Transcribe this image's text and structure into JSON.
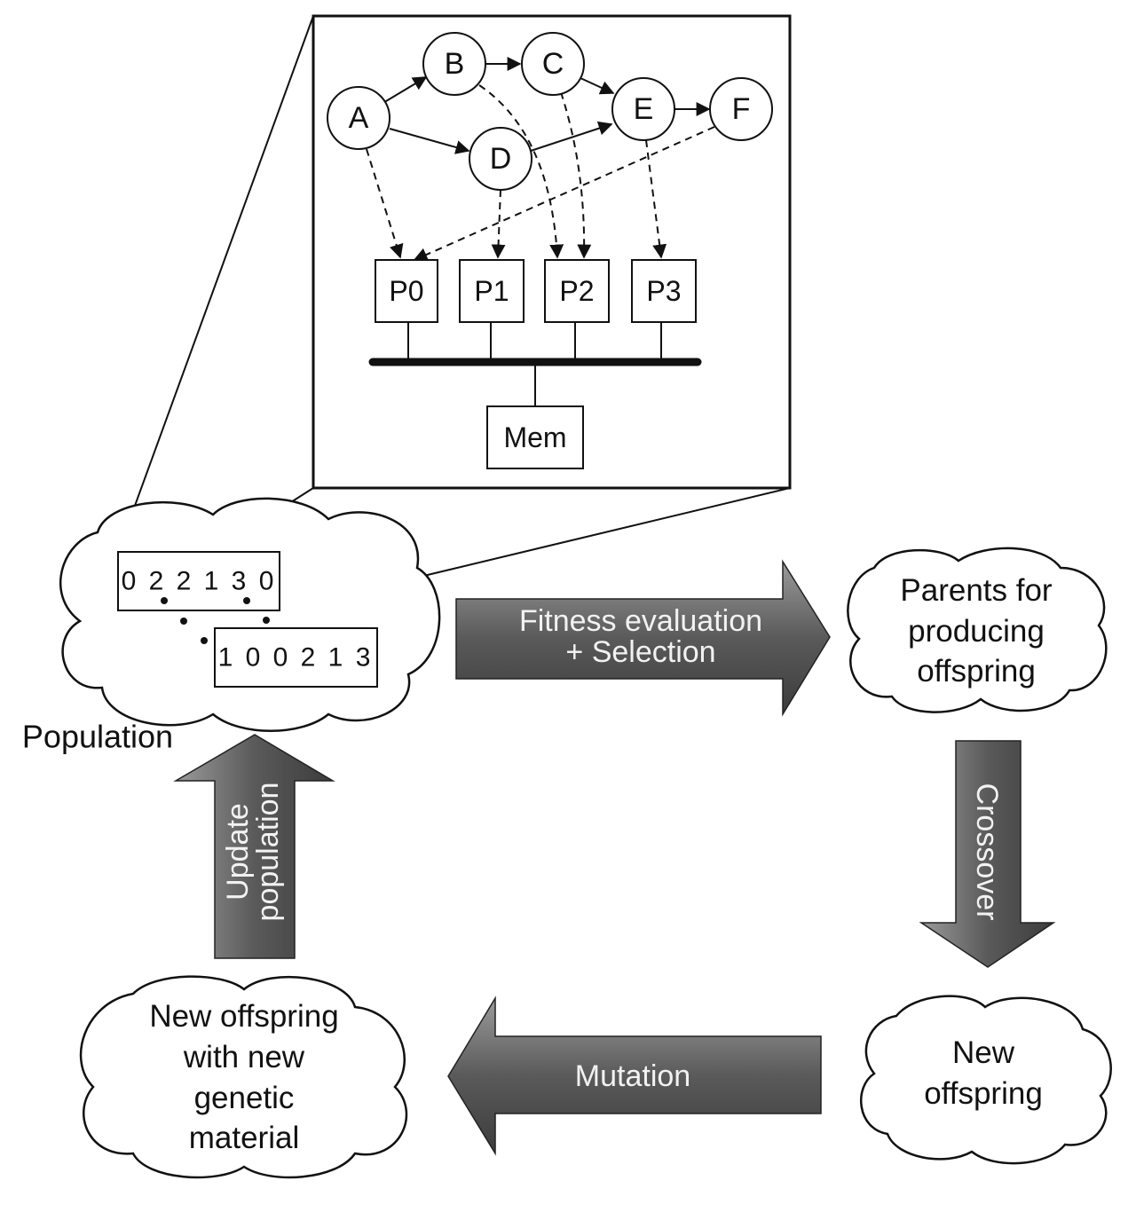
{
  "tasks": [
    "A",
    "B",
    "C",
    "D",
    "E",
    "F"
  ],
  "processors": [
    "P0",
    "P1",
    "P2",
    "P3"
  ],
  "memory": "Mem",
  "population": {
    "label": "Population",
    "chromosome_1": "0 2 2 1 3 0",
    "chromosome_2": "1 0 0 2 1 3"
  },
  "steps": {
    "fitness": [
      "Fitness evaluation",
      "+ Selection"
    ],
    "crossover": "Crossover",
    "mutation": "Mutation",
    "update": [
      "Update",
      "population"
    ]
  },
  "clouds": {
    "parents": [
      "Parents for",
      "producing",
      "offspring"
    ],
    "new_offspring": [
      "New",
      "offspring"
    ],
    "mutated_offspring": [
      "New offspring",
      "with new",
      "genetic",
      "material"
    ]
  },
  "colors": {
    "arrow_dark": "#4a4a4a",
    "arrow_light": "#9a9a9a",
    "line": "#111111"
  }
}
